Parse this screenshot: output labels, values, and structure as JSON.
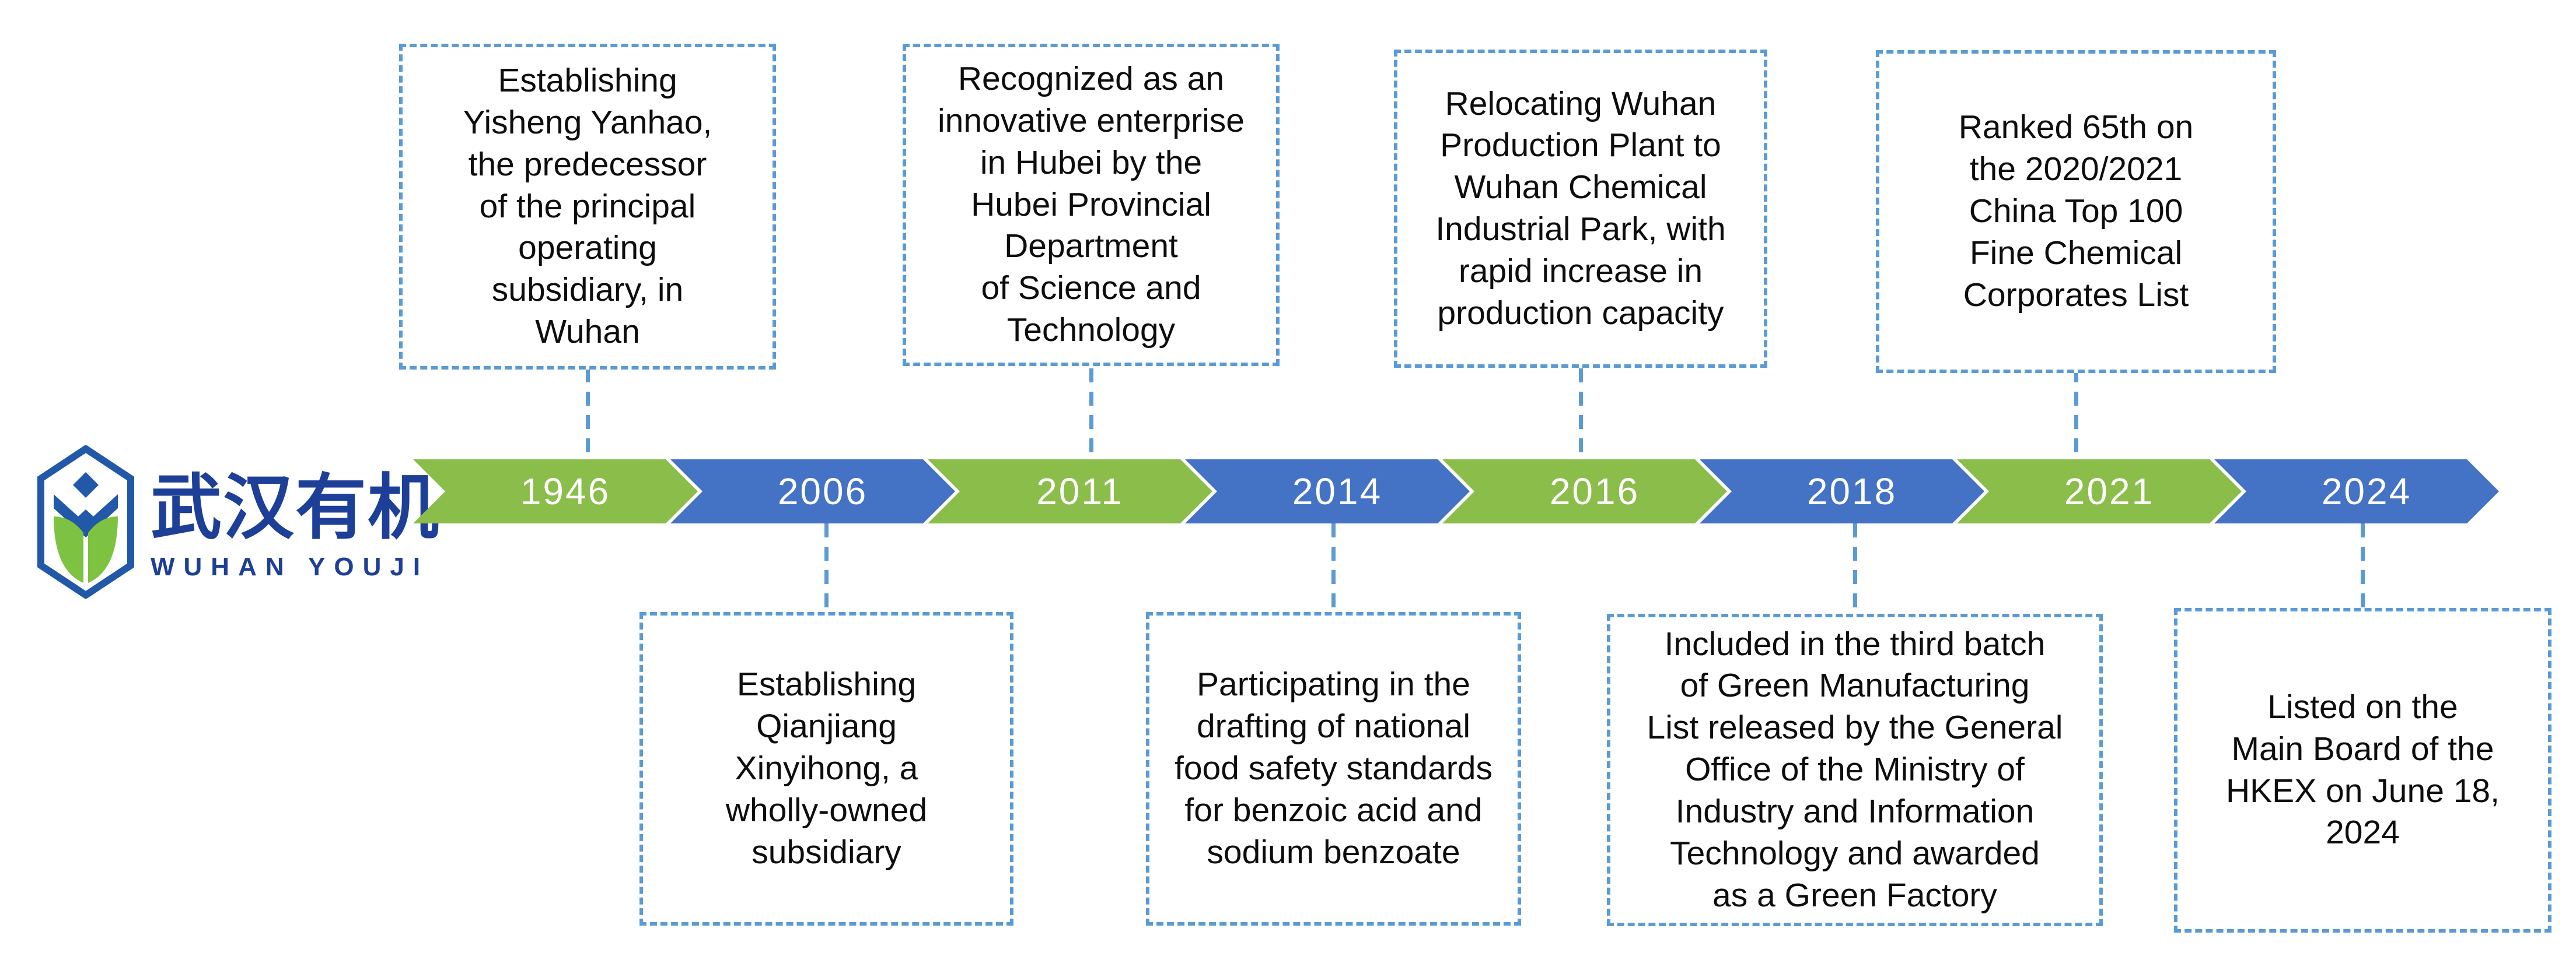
{
  "logo": {
    "chinese_name": "武汉有机",
    "english_name": "WUHAN  YOUJI"
  },
  "colors": {
    "green_segment": "#8bbd4a",
    "blue_segment": "#4472c4",
    "dashed_line_blue": "#5b9bd5",
    "logo_navy": "#1d3f97",
    "logo_hex_blue": "#2158a8",
    "logo_leaf_green": "#7ec241",
    "year_text": "#ffffff",
    "event_text": "#0d0d0d"
  },
  "timeline": {
    "segments": [
      {
        "year": "1946",
        "color": "green"
      },
      {
        "year": "2006",
        "color": "blue"
      },
      {
        "year": "2011",
        "color": "green"
      },
      {
        "year": "2014",
        "color": "blue"
      },
      {
        "year": "2016",
        "color": "green"
      },
      {
        "year": "2018",
        "color": "blue"
      },
      {
        "year": "2021",
        "color": "green"
      },
      {
        "year": "2024",
        "color": "blue"
      }
    ]
  },
  "events": [
    {
      "year": "1946",
      "position": "top",
      "text": "Establishing\nYisheng Yanhao,\nthe predecessor\nof the principal\noperating\nsubsidiary, in\nWuhan"
    },
    {
      "year": "2006",
      "position": "bottom",
      "text": "Establishing\nQianjiang\nXinyihong, a\nwholly-owned\nsubsidiary"
    },
    {
      "year": "2011",
      "position": "top",
      "text": "Recognized as an\ninnovative enterprise\nin Hubei by the\nHubei Provincial\nDepartment\nof Science and\nTechnology"
    },
    {
      "year": "2014",
      "position": "bottom",
      "text": "Participating in the\ndrafting of national\nfood safety standards\nfor benzoic acid and\nsodium benzoate"
    },
    {
      "year": "2016",
      "position": "top",
      "text": "Relocating Wuhan\nProduction Plant to\nWuhan Chemical\nIndustrial Park, with\nrapid increase in\nproduction capacity"
    },
    {
      "year": "2018",
      "position": "bottom",
      "text": "Included in the third batch\nof Green Manufacturing\nList released by the General\nOffice of the Ministry of\nIndustry and Information\nTechnology and awarded\nas a Green Factory"
    },
    {
      "year": "2021",
      "position": "top",
      "text": "Ranked 65th on\nthe 2020/2021\nChina Top 100\nFine Chemical\nCorporates List"
    },
    {
      "year": "2024",
      "position": "bottom",
      "text": "Listed on the\nMain Board of the\nHKEX on June 18,\n2024"
    }
  ]
}
